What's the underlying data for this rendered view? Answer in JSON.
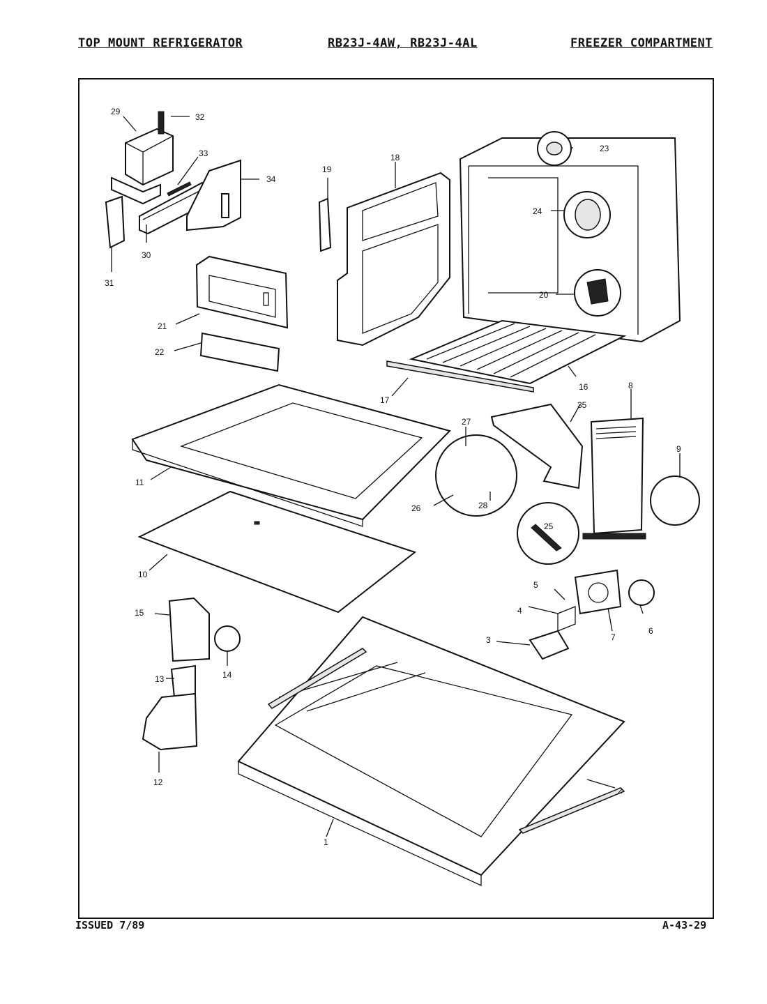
{
  "header": {
    "left": "TOP MOUNT REFRIGERATOR",
    "center": "RB23J-4AW, RB23J-4AL",
    "right": "FREEZER COMPARTMENT"
  },
  "footer": {
    "left": "ISSUED 7/89",
    "right": "A-43-29"
  },
  "callouts": {
    "c1": "1",
    "c2": "2",
    "c3": "3",
    "c4": "4",
    "c5": "5",
    "c6": "6",
    "c7": "7",
    "c8": "8",
    "c9": "9",
    "c10": "10",
    "c11": "11",
    "c12": "12",
    "c13": "13",
    "c14": "14",
    "c15": "15",
    "c16": "16",
    "c17": "17",
    "c18": "18",
    "c19": "19",
    "c20": "20",
    "c21": "21",
    "c22": "22",
    "c23": "23",
    "c24": "24",
    "c25": "25",
    "c26": "26",
    "c27": "27",
    "c28": "28",
    "c29": "29",
    "c30": "30",
    "c31": "31",
    "c32": "32",
    "c33": "33",
    "c34": "34",
    "c35": "35"
  }
}
